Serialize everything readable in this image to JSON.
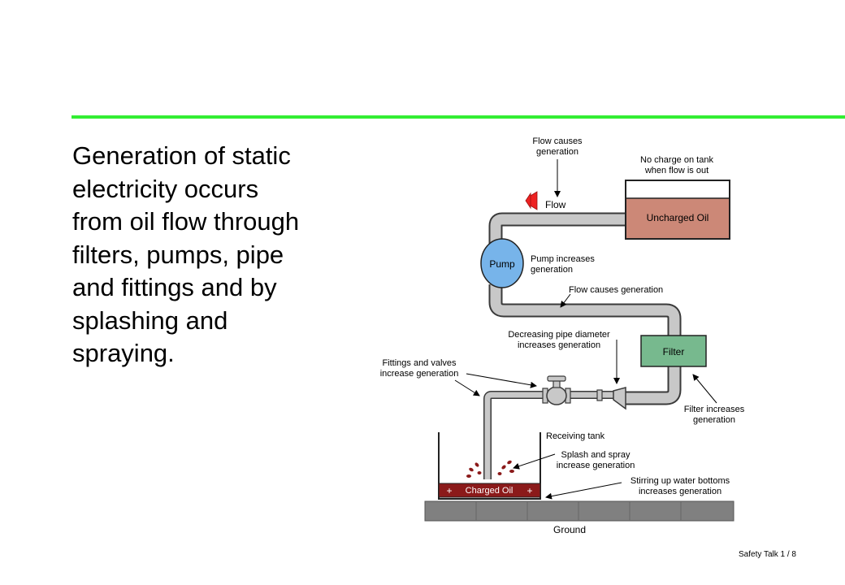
{
  "slide": {
    "body_lines": [
      "Generation of static",
      "electricity occurs",
      "from oil flow through",
      "filters, pumps, pipe",
      "and fittings and by",
      "splashing and",
      "spraying."
    ],
    "footer": "Safety Talk 1 / 8"
  },
  "diagram": {
    "labels": {
      "flow_causes_generation_1": "Flow causes",
      "flow_causes_generation_2": "generation",
      "no_charge_1": "No charge on tank",
      "no_charge_2": "when flow is out",
      "flow": "Flow",
      "uncharged_oil": "Uncharged Oil",
      "pump": "Pump",
      "pump_increases_1": "Pump increases",
      "pump_increases_2": "generation",
      "flow_causes_generation_mid": "Flow causes generation",
      "decreasing_diameter_1": "Decreasing pipe diameter",
      "decreasing_diameter_2": "increases generation",
      "filter": "Filter",
      "fittings_valves_1": "Fittings and valves",
      "fittings_valves_2": "increase generation",
      "filter_increases_1": "Filter increases",
      "filter_increases_2": "generation",
      "receiving_tank": "Receiving tank",
      "splash_spray_1": "Splash and spray",
      "splash_spray_2": "increase generation",
      "charged_oil": "Charged Oil",
      "plus": "+",
      "stirring_1": "Stirring up water bottoms",
      "stirring_2": "increases generation",
      "ground": "Ground"
    },
    "colors": {
      "pipe_fill": "#c8c8c8",
      "pipe_stroke": "#3a3a3a",
      "uncharged_oil": "#cc8877",
      "pump": "#77b4ea",
      "filter": "#77b98e",
      "charged_oil": "#8b1a1a",
      "ground": "#808080",
      "flow_arrow": "#ee2222"
    }
  }
}
